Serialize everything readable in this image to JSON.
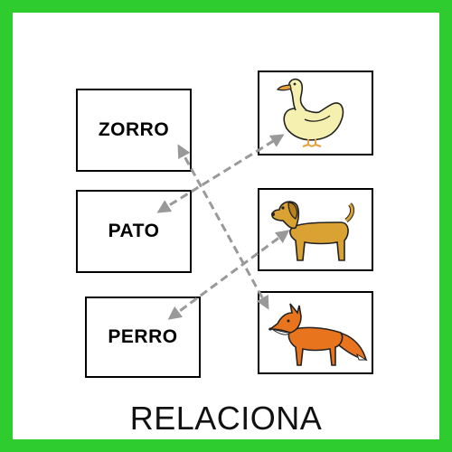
{
  "words": {
    "zorro": "ZORRO",
    "pato": "PATO",
    "perro": "PERRO"
  },
  "pictures": {
    "duck": "duck-icon",
    "dog": "dog-icon",
    "fox": "fox-icon"
  },
  "title": "RELACIONA",
  "colors": {
    "frame": "#2ecc2e",
    "arrows": "#999999",
    "duck": "#f6f0b0",
    "dog": "#d9a232",
    "fox": "#e8741e"
  }
}
